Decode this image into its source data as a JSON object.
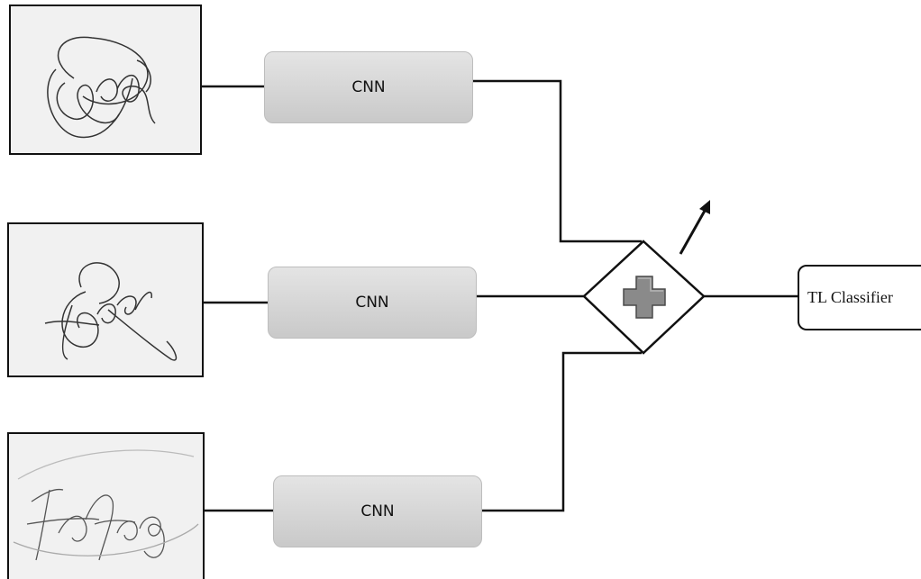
{
  "blocks": [
    {
      "label": "CNN"
    },
    {
      "label": "CNN"
    },
    {
      "label": "CNN"
    }
  ],
  "classifier": {
    "label": "TL Classifier"
  },
  "combine_icon": "plus-icon",
  "colors": {
    "line": "#111111",
    "block_fill": "#d6d6d6",
    "plus_fill": "#8a8a8a",
    "image_bg": "#f1f1f1"
  }
}
